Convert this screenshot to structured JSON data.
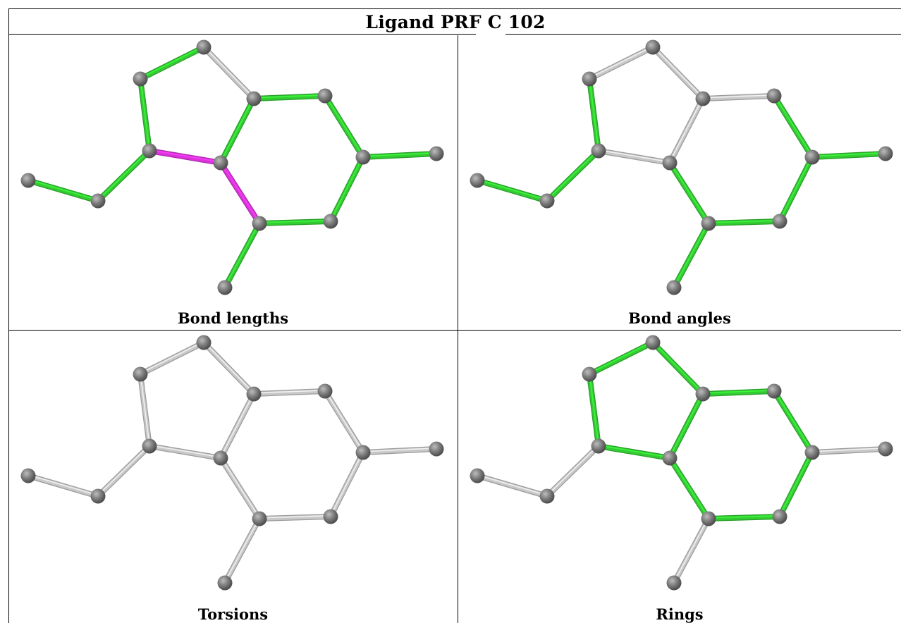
{
  "title": "Ligand PRF C 102",
  "colors": {
    "highlight_green": "#33cc33",
    "highlight_magenta": "#dd33dd",
    "neutral_bond": "#c8c8c8",
    "atom": "#7a7a7a"
  },
  "panels": [
    {
      "caption": "Bond lengths"
    },
    {
      "caption": "Bond angles"
    },
    {
      "caption": "Torsions"
    },
    {
      "caption": "Rings"
    }
  ]
}
